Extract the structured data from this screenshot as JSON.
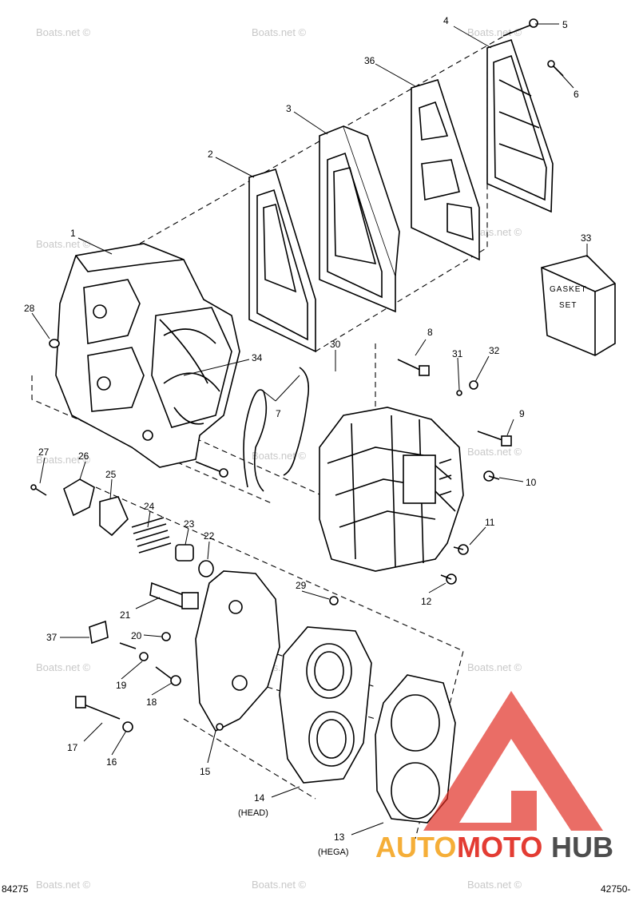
{
  "callouts": [
    {
      "id": "1",
      "text": "1"
    },
    {
      "id": "2",
      "text": "2"
    },
    {
      "id": "3",
      "text": "3"
    },
    {
      "id": "4",
      "text": "4"
    },
    {
      "id": "5",
      "text": "5"
    },
    {
      "id": "6",
      "text": "6"
    },
    {
      "id": "7",
      "text": "7"
    },
    {
      "id": "8",
      "text": "8"
    },
    {
      "id": "9",
      "text": "9"
    },
    {
      "id": "10",
      "text": "10"
    },
    {
      "id": "11",
      "text": "11"
    },
    {
      "id": "12",
      "text": "12"
    },
    {
      "id": "13",
      "text": "13"
    },
    {
      "id": "14",
      "text": "14"
    },
    {
      "id": "15",
      "text": "15"
    },
    {
      "id": "16",
      "text": "16"
    },
    {
      "id": "17",
      "text": "17"
    },
    {
      "id": "18",
      "text": "18"
    },
    {
      "id": "19",
      "text": "19"
    },
    {
      "id": "20",
      "text": "20"
    },
    {
      "id": "21",
      "text": "21"
    },
    {
      "id": "22",
      "text": "22"
    },
    {
      "id": "23",
      "text": "23"
    },
    {
      "id": "24",
      "text": "24"
    },
    {
      "id": "25",
      "text": "25"
    },
    {
      "id": "26",
      "text": "26"
    },
    {
      "id": "27",
      "text": "27"
    },
    {
      "id": "28",
      "text": "28"
    },
    {
      "id": "29",
      "text": "29"
    },
    {
      "id": "30",
      "text": "30"
    },
    {
      "id": "31",
      "text": "31"
    },
    {
      "id": "32",
      "text": "32"
    },
    {
      "id": "33",
      "text": "33"
    },
    {
      "id": "34",
      "text": "34"
    },
    {
      "id": "36",
      "text": "36"
    },
    {
      "id": "37",
      "text": "37"
    }
  ],
  "sublabels": {
    "head": "(HEAD)",
    "hega": "(HEGA)"
  },
  "gasket_set": {
    "line1": "GASKET",
    "line2": "SET"
  },
  "watermark": "Boats.net ©",
  "footer": {
    "left_ref": "84275",
    "right_ref": "42750-"
  },
  "logo": {
    "part1": "AUTO",
    "part2": "MOTO",
    "part3": "HUB",
    "color_red": "#e0281e",
    "color_gold": "#f5a623",
    "color_dark": "#3a3a3a"
  }
}
